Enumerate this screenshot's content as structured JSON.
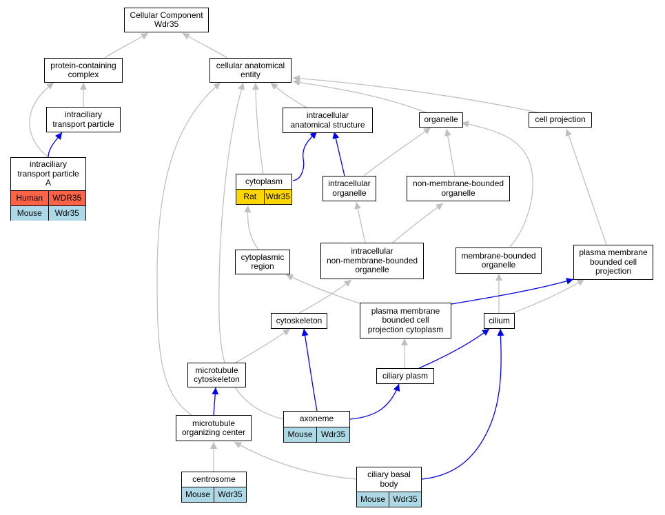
{
  "colors": {
    "is_a_edge": "#c0c0c0",
    "part_of_edge": "#0000ee",
    "human": "#ff6347",
    "rat": "#ffd700",
    "mouse": "#add8e6"
  },
  "nodes": {
    "cc_root": {
      "label": "Cellular Component\nWdr35"
    },
    "protein_complex": {
      "label": "protein-containing\ncomplex"
    },
    "cellular_anatomical_entity": {
      "label": "cellular anatomical\nentity"
    },
    "intraciliary_transport_particle": {
      "label": "intraciliary\ntransport particle"
    },
    "intracellular_anatomical_structure": {
      "label": "intracellular\nanatomical structure"
    },
    "organelle": {
      "label": "organelle"
    },
    "cell_projection": {
      "label": "cell projection"
    },
    "itp_a": {
      "label": "intraciliary\ntransport particle\nA",
      "annotations": [
        {
          "species": "Human",
          "gene": "WDR35",
          "color_key": "human"
        },
        {
          "species": "Mouse",
          "gene": "Wdr35",
          "color_key": "mouse"
        }
      ]
    },
    "cytoplasm": {
      "label": "cytoplasm",
      "annotations": [
        {
          "species": "Rat",
          "gene": "Wdr35",
          "color_key": "rat"
        }
      ]
    },
    "intracellular_organelle": {
      "label": "intracellular\norganelle"
    },
    "non_membrane_bounded_organelle": {
      "label": "non-membrane-bounded\norganelle"
    },
    "cytoplasmic_region": {
      "label": "cytoplasmic\nregion"
    },
    "intracellular_nmbo": {
      "label": "intracellular\nnon-membrane-bounded\norganelle"
    },
    "membrane_bounded_organelle": {
      "label": "membrane-bounded\norganelle"
    },
    "pm_bounded_cell_projection": {
      "label": "plasma membrane\nbounded cell\nprojection"
    },
    "cytoskeleton": {
      "label": "cytoskeleton"
    },
    "pm_bcp_cytoplasm": {
      "label": "plasma membrane\nbounded cell\nprojection cytoplasm"
    },
    "cilium": {
      "label": "cilium"
    },
    "microtubule_cytoskeleton": {
      "label": "microtubule\ncytoskeleton"
    },
    "ciliary_plasm": {
      "label": "ciliary plasm"
    },
    "mtoc": {
      "label": "microtubule\norganizing center"
    },
    "axoneme": {
      "label": "axoneme",
      "annotations": [
        {
          "species": "Mouse",
          "gene": "Wdr35",
          "color_key": "mouse"
        }
      ]
    },
    "centrosome": {
      "label": "centrosome",
      "annotations": [
        {
          "species": "Mouse",
          "gene": "Wdr35",
          "color_key": "mouse"
        }
      ]
    },
    "ciliary_basal_body": {
      "label": "ciliary basal\nbody",
      "annotations": [
        {
          "species": "Mouse",
          "gene": "Wdr35",
          "color_key": "mouse"
        }
      ]
    }
  }
}
